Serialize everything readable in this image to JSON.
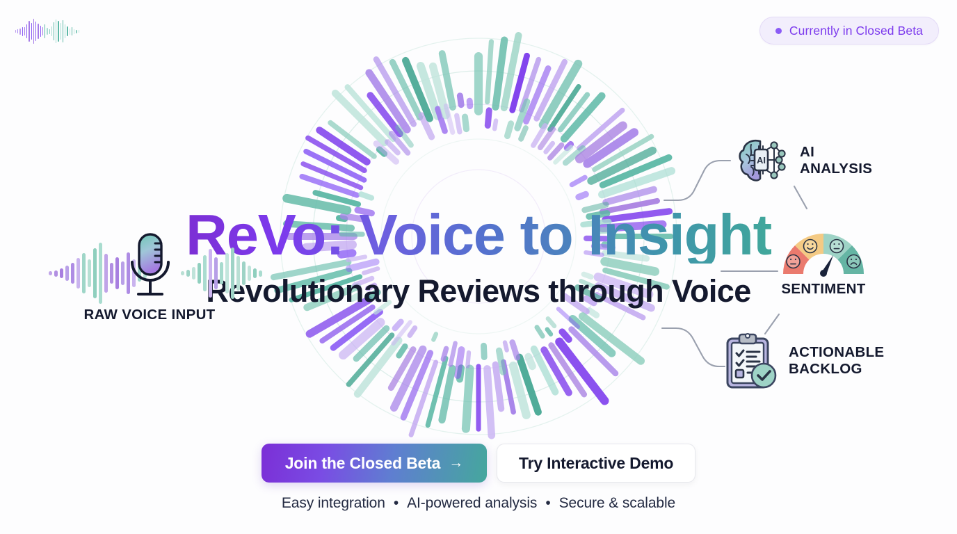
{
  "badge": {
    "text": "Currently in Closed Beta",
    "dot_color": "#8b5cf6",
    "bg": "#f2eefc",
    "text_color": "#7c3aed"
  },
  "logo": {
    "name": "revo-waveform-logo"
  },
  "hero": {
    "title": "ReVo: Voice to Insight",
    "subtitle": "Revolutionary Reviews through Voice",
    "title_gradient_start": "#7c2fd4",
    "title_gradient_end": "#41a79b",
    "subtitle_color": "#14192e"
  },
  "input_node": {
    "label": "RAW VOICE\nINPUT",
    "icon": "microphone-icon"
  },
  "features": [
    {
      "id": "ai-analysis",
      "label": "AI\nANALYSIS",
      "icon": "ai-brain-chip-icon",
      "chip_text": "AI"
    },
    {
      "id": "sentiment",
      "label": "SENTIMENT",
      "icon": "sentiment-gauge-icon"
    },
    {
      "id": "actionable-backlog",
      "label": "ACTIONABLE\nBACKLOG",
      "icon": "clipboard-checklist-icon"
    }
  ],
  "cta": {
    "primary_label": "Join the Closed Beta",
    "primary_arrow": "→",
    "secondary_label": "Try Interactive Demo"
  },
  "footnote": {
    "items": [
      "Easy integration",
      "AI-powered analysis",
      "Secure & scalable"
    ],
    "separator": "•"
  },
  "palette": {
    "purple": "#8b5cf6",
    "purple_deep": "#7c3aed",
    "teal": "#5cb8a6",
    "teal_light": "#a7ddd2",
    "lilac": "#c4a8ee",
    "ink": "#14192e",
    "background": "#fdfdfe"
  }
}
